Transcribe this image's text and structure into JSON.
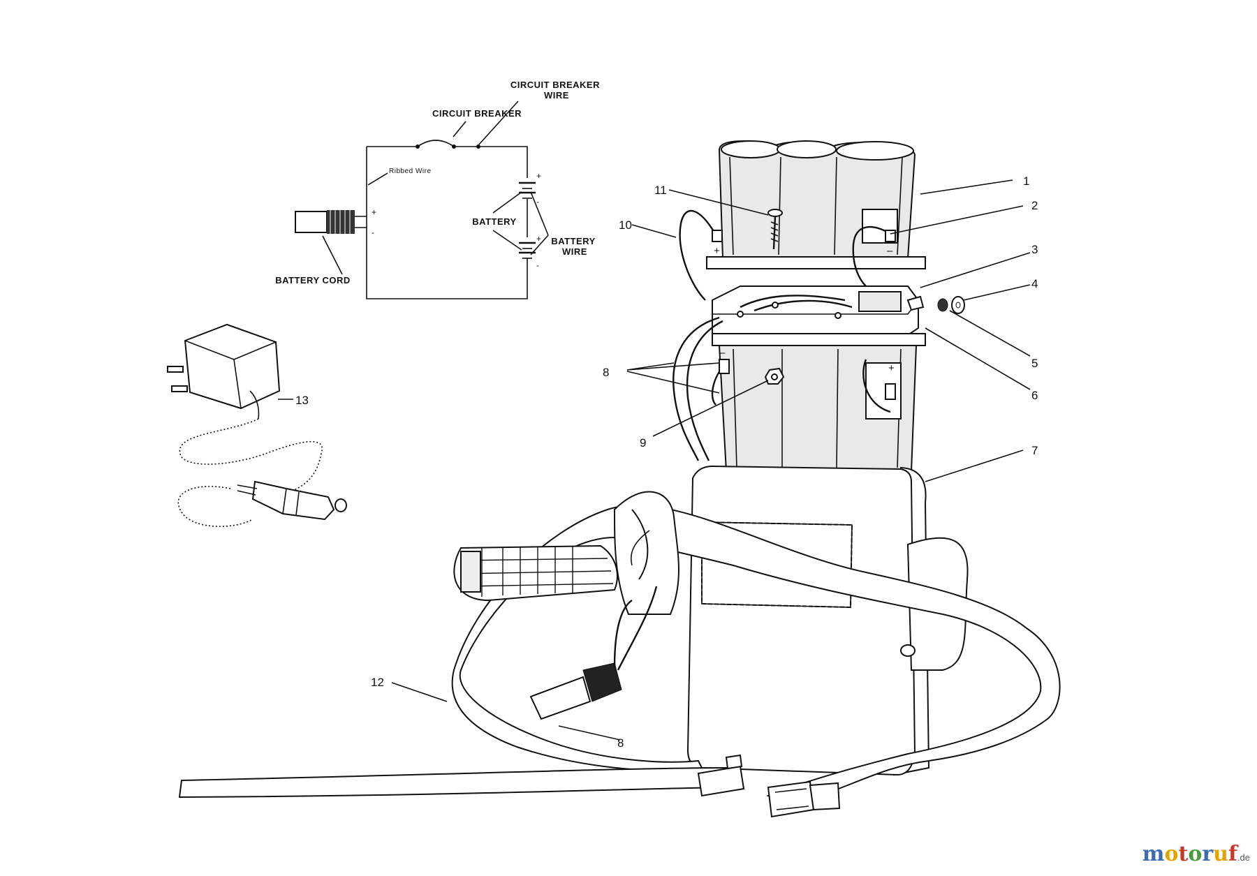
{
  "schematic": {
    "circuit_breaker_wire": "CIRCUIT BREAKER\nWIRE",
    "circuit_breaker": "CIRCUIT BREAKER",
    "ribbed_wire": "Ribbed Wire",
    "battery": "BATTERY",
    "battery_wire": "BATTERY\nWIRE",
    "battery_cord": "BATTERY CORD",
    "plus": "+",
    "minus": "-"
  },
  "callouts": [
    "1",
    "2",
    "3",
    "4",
    "5",
    "6",
    "7",
    "8",
    "9",
    "10",
    "11",
    "12",
    "13",
    "8"
  ],
  "watermark": {
    "letters": [
      {
        "ch": "m",
        "color": "#3b6bb5"
      },
      {
        "ch": "o",
        "color": "#e2a400"
      },
      {
        "ch": "t",
        "color": "#c43b2c"
      },
      {
        "ch": "o",
        "color": "#4a9a3a"
      },
      {
        "ch": "r",
        "color": "#3b6bb5"
      },
      {
        "ch": "u",
        "color": "#e2a400"
      },
      {
        "ch": "f",
        "color": "#c43b2c"
      }
    ],
    "suffix": ".de"
  }
}
